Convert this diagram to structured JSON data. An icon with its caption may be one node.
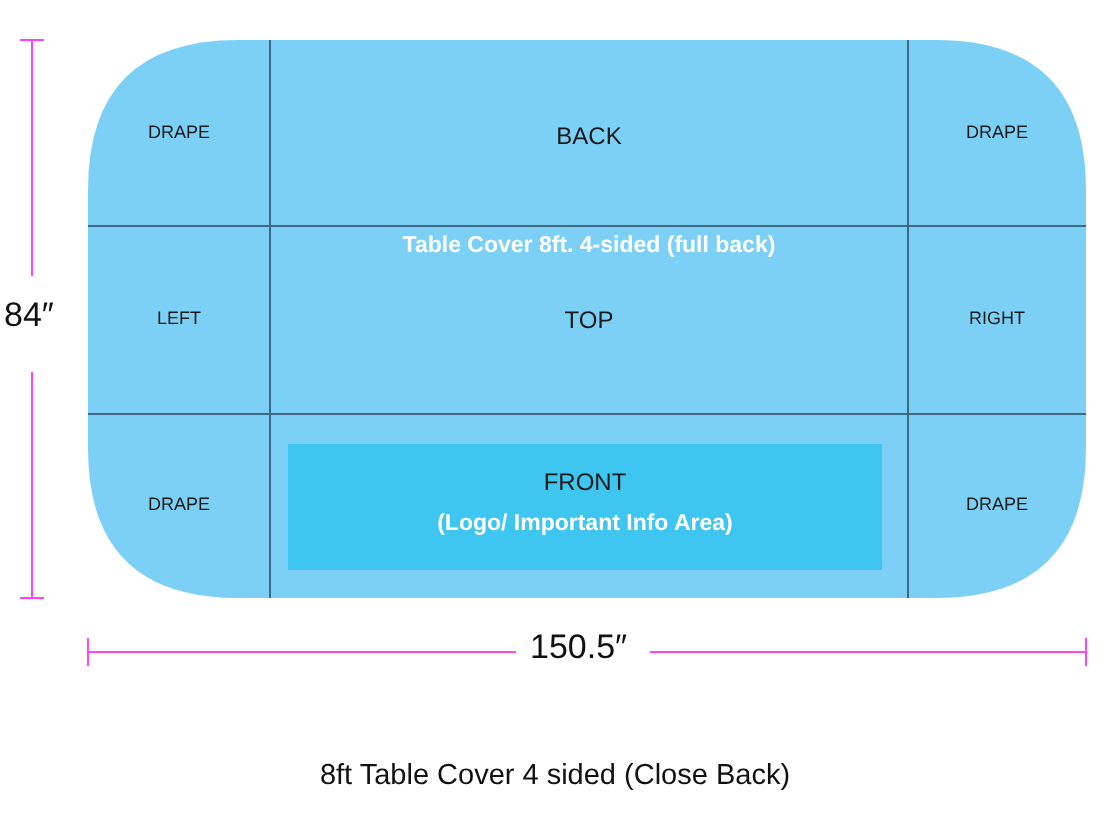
{
  "diagram": {
    "caption": "8ft Table Cover 4 sided (Close Back)",
    "nodes": [
      {
        "text": [
          "DRAPE"
        ]
      },
      {
        "text": [
          "BACK"
        ]
      },
      {
        "text": [
          "DRAPE"
        ]
      },
      {
        "text": [
          "LEFT"
        ]
      },
      {
        "text": [
          "Table Cover 8ft. 4-sided (full back)",
          "TOP"
        ]
      },
      {
        "text": [
          "RIGHT"
        ]
      },
      {
        "text": [
          "DRAPE"
        ]
      },
      {
        "text": [
          "FRONT",
          "(Logo/ Important Info Area)"
        ]
      },
      {
        "text": [
          "DRAPE"
        ]
      }
    ],
    "labels": [
      "84″",
      "150.5″"
    ]
  }
}
